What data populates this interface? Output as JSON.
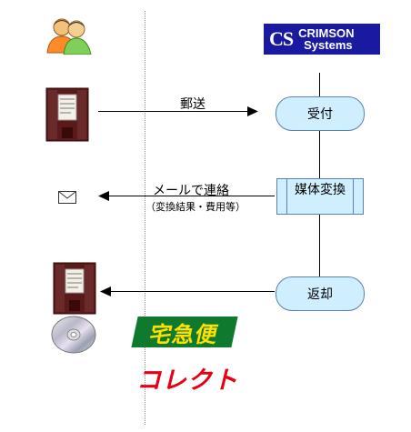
{
  "header": {
    "logo_mark": "CS",
    "logo_line1": "CRIMSON",
    "logo_line2": "Systems"
  },
  "flow": {
    "send_label": "郵送",
    "receive_label": "受付",
    "convert_label": "媒体変換",
    "mail_label": "メールで連絡",
    "mail_sublabel": "（変換結果・費用等）",
    "return_label": "返却"
  },
  "delivery": {
    "line1": "宅急便",
    "line2": "コレクト"
  },
  "colors": {
    "node_fill": "#cfefff",
    "node_border": "#5a80b8",
    "logo_bg": "#1a1aa0",
    "delivery_green": "#0f7a2e",
    "delivery_red": "#e60012",
    "disk_maroon": "#5a1a1a"
  },
  "icons": [
    "users-icon",
    "floppy-disk-icon",
    "envelope-icon",
    "cd-disc-icon"
  ]
}
